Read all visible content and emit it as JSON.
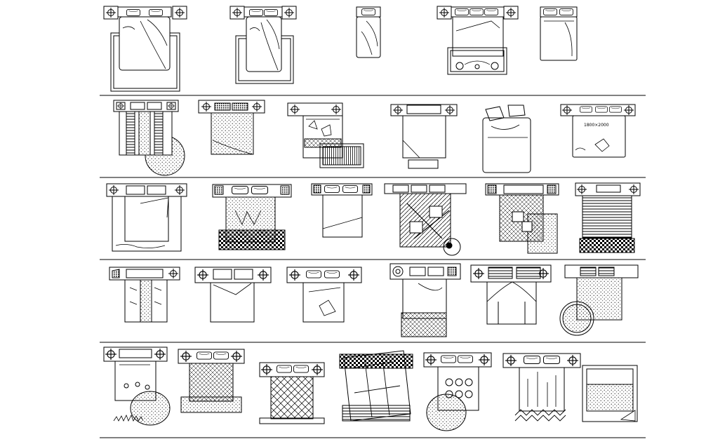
{
  "sheet": {
    "rows": 5,
    "blocks_per_row": [
      5,
      6,
      6,
      6,
      7
    ],
    "line_color": "#000000",
    "background": "#ffffff"
  },
  "labels": {
    "bed_size": "1800×2000"
  }
}
